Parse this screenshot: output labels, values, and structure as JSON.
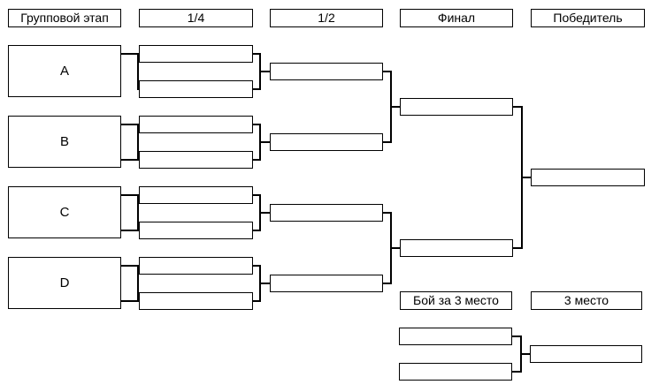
{
  "headers": {
    "group_stage": "Групповой этап",
    "quarter": "1/4",
    "semi": "1/2",
    "final": "Финал",
    "winner": "Победитель",
    "third_place_match": "Бой за 3 место",
    "third_place": "3 место"
  },
  "groups": [
    "A",
    "B",
    "C",
    "D"
  ],
  "quarterfinal_slots": [
    "",
    "",
    "",
    "",
    "",
    "",
    "",
    ""
  ],
  "semifinal_slots": [
    "",
    "",
    "",
    ""
  ],
  "final_slots": [
    "",
    ""
  ],
  "winner_slot": "",
  "third_place_match_slots": [
    "",
    ""
  ],
  "third_place_slot": ""
}
